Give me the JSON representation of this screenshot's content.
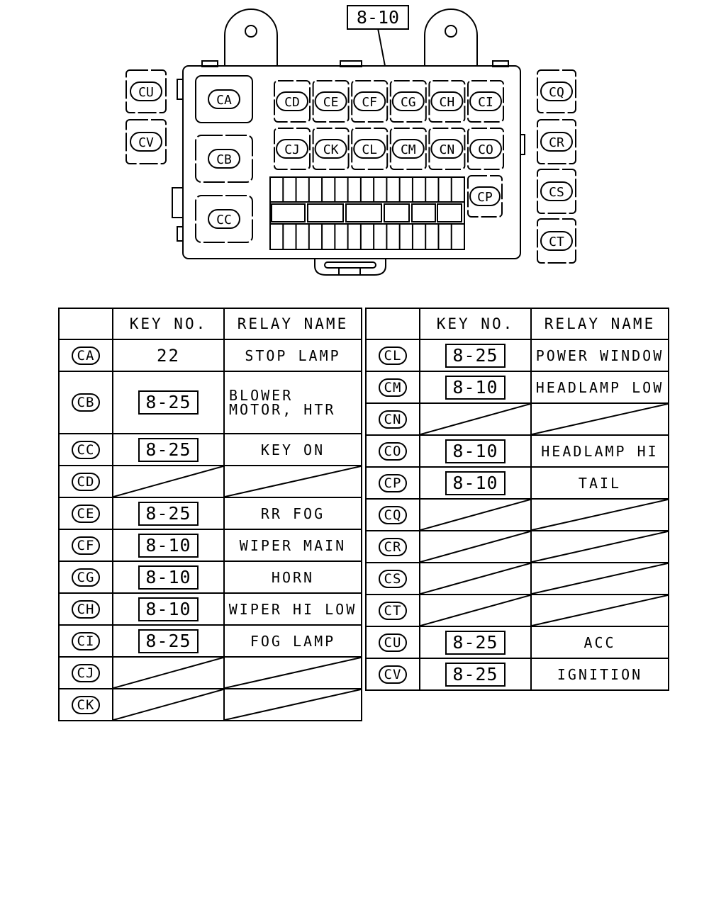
{
  "diagram": {
    "top_key_label": "8-10",
    "main_relays": {
      "large": [
        "CA",
        "CB",
        "CC"
      ],
      "row1": [
        "CD",
        "CE",
        "CF",
        "CG",
        "CH",
        "CI"
      ],
      "row2": [
        "CJ",
        "CK",
        "CL",
        "CM",
        "CN",
        "CO"
      ],
      "side": [
        "CP"
      ]
    },
    "left_relays": [
      "CU",
      "CV"
    ],
    "right_relays": [
      "CQ",
      "CR",
      "CS",
      "CT"
    ]
  },
  "table": {
    "headers": {
      "id": "",
      "key": "KEY NO.",
      "name": "RELAY NAME"
    },
    "left_rows": [
      {
        "id": "CA",
        "key": "22",
        "key_boxed": false,
        "name": "STOP LAMP"
      },
      {
        "id": "CB",
        "key": "8-25",
        "key_boxed": true,
        "name": "BLOWER MOTOR, HTR"
      },
      {
        "id": "CC",
        "key": "8-25",
        "key_boxed": true,
        "name": "KEY ON"
      },
      {
        "id": "CD",
        "key": "",
        "key_boxed": false,
        "name": ""
      },
      {
        "id": "CE",
        "key": "8-25",
        "key_boxed": true,
        "name": "RR FOG"
      },
      {
        "id": "CF",
        "key": "8-10",
        "key_boxed": true,
        "name": "WIPER MAIN"
      },
      {
        "id": "CG",
        "key": "8-10",
        "key_boxed": true,
        "name": "HORN"
      },
      {
        "id": "CH",
        "key": "8-10",
        "key_boxed": true,
        "name": "WIPER HI LOW"
      },
      {
        "id": "CI",
        "key": "8-25",
        "key_boxed": true,
        "name": "FOG LAMP"
      },
      {
        "id": "CJ",
        "key": "",
        "key_boxed": false,
        "name": ""
      },
      {
        "id": "CK",
        "key": "",
        "key_boxed": false,
        "name": ""
      }
    ],
    "right_rows": [
      {
        "id": "CL",
        "key": "8-25",
        "key_boxed": true,
        "name": "POWER WINDOW"
      },
      {
        "id": "CM",
        "key": "8-10",
        "key_boxed": true,
        "name": "HEADLAMP LOW"
      },
      {
        "id": "CN",
        "key": "",
        "key_boxed": false,
        "name": ""
      },
      {
        "id": "CO",
        "key": "8-10",
        "key_boxed": true,
        "name": "HEADLAMP HI"
      },
      {
        "id": "CP",
        "key": "8-10",
        "key_boxed": true,
        "name": "TAIL"
      },
      {
        "id": "CQ",
        "key": "",
        "key_boxed": false,
        "name": ""
      },
      {
        "id": "CR",
        "key": "",
        "key_boxed": false,
        "name": ""
      },
      {
        "id": "CS",
        "key": "",
        "key_boxed": false,
        "name": ""
      },
      {
        "id": "CT",
        "key": "",
        "key_boxed": false,
        "name": ""
      },
      {
        "id": "CU",
        "key": "8-25",
        "key_boxed": true,
        "name": "ACC"
      },
      {
        "id": "CV",
        "key": "8-25",
        "key_boxed": true,
        "name": "IGNITION"
      }
    ]
  }
}
